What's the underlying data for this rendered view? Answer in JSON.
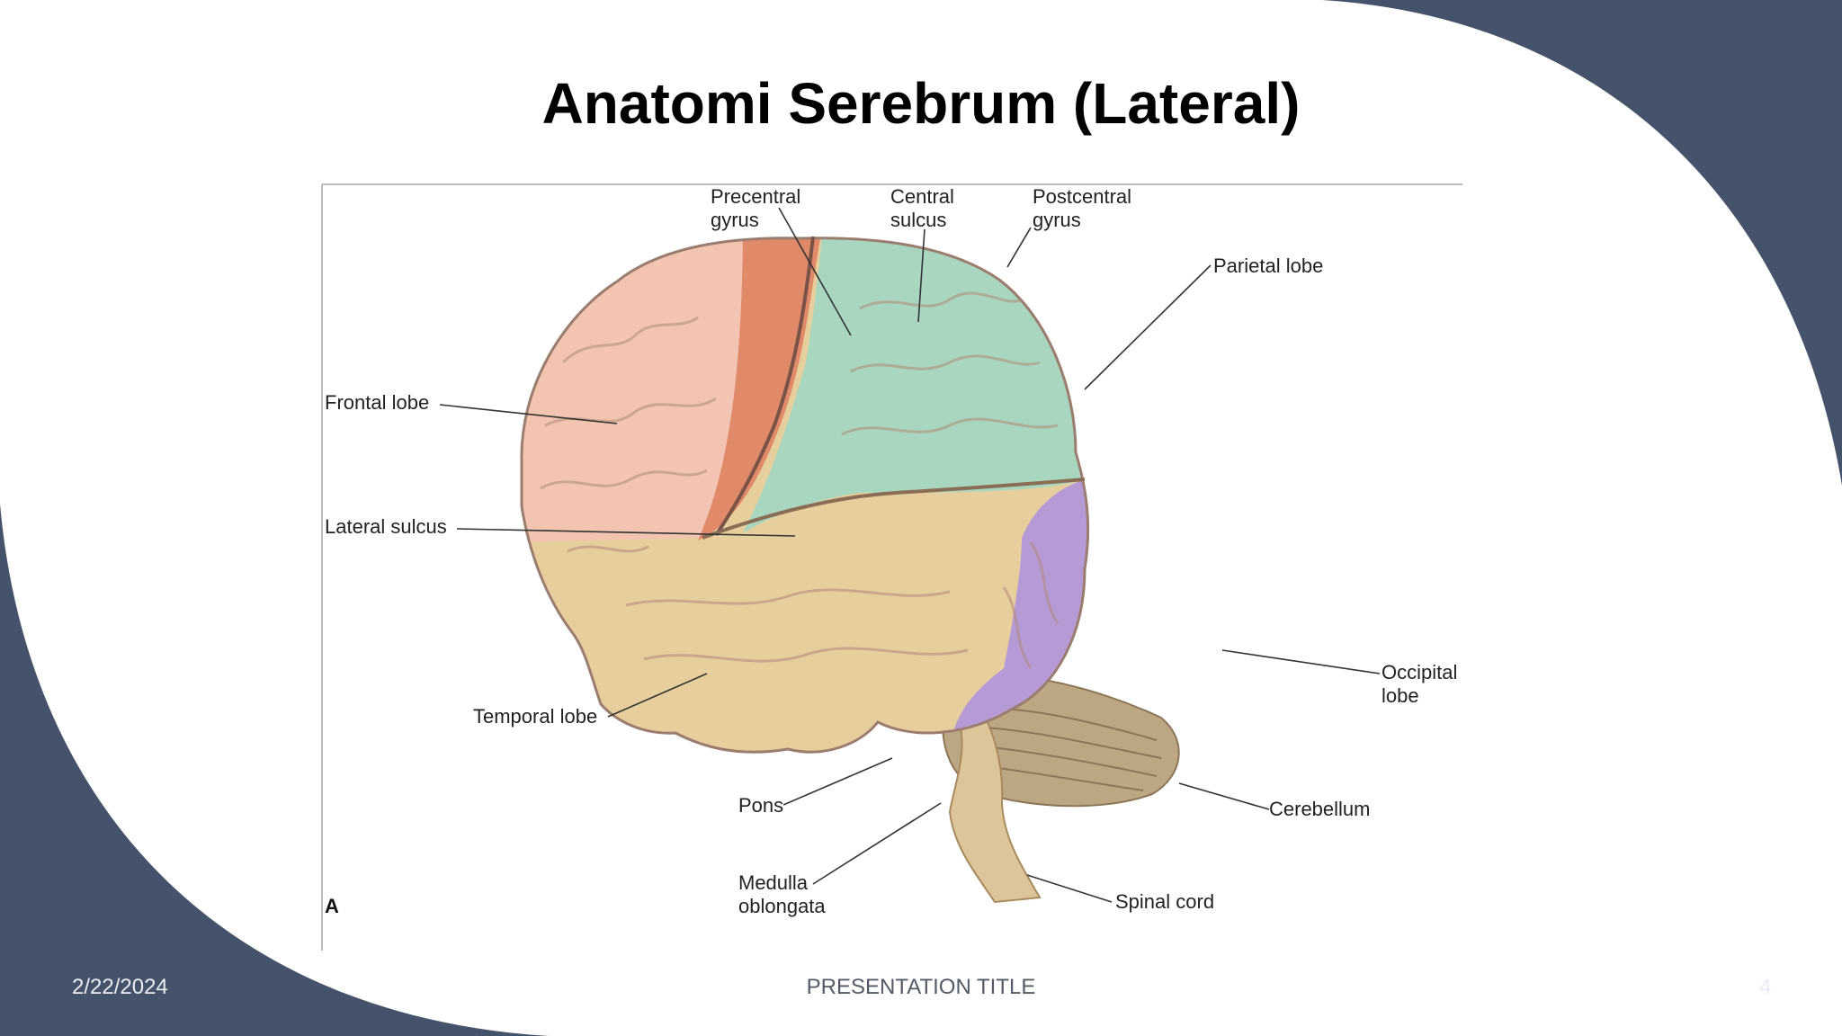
{
  "slide": {
    "title": "Anatomi Serebrum (Lateral)",
    "footer_date": "2/22/2024",
    "footer_title": "PRESENTATION TITLE",
    "page_number": "4"
  },
  "colors": {
    "background_shape": "#44536a",
    "frontal": "#f2c4b1",
    "precentral": "#e08a6a",
    "parietal": "#a8d6bf",
    "temporal": "#e6cf9d",
    "occipital": "#b59ad6",
    "cerebellum": "#bca783",
    "brainstem": "#ddc59a"
  },
  "figure": {
    "panel_letter": "A",
    "labels": {
      "precentral": "Precentral\ngyrus",
      "central": "Central\nsulcus",
      "postcentral": "Postcentral\ngyrus",
      "parietal": "Parietal lobe",
      "frontal": "Frontal lobe",
      "lateral": "Lateral sulcus",
      "temporal": "Temporal lobe",
      "occipital": "Occipital\nlobe",
      "pons": "Pons",
      "cerebellum": "Cerebellum",
      "medulla": "Medulla\noblongata",
      "spinal": "Spinal cord"
    }
  }
}
